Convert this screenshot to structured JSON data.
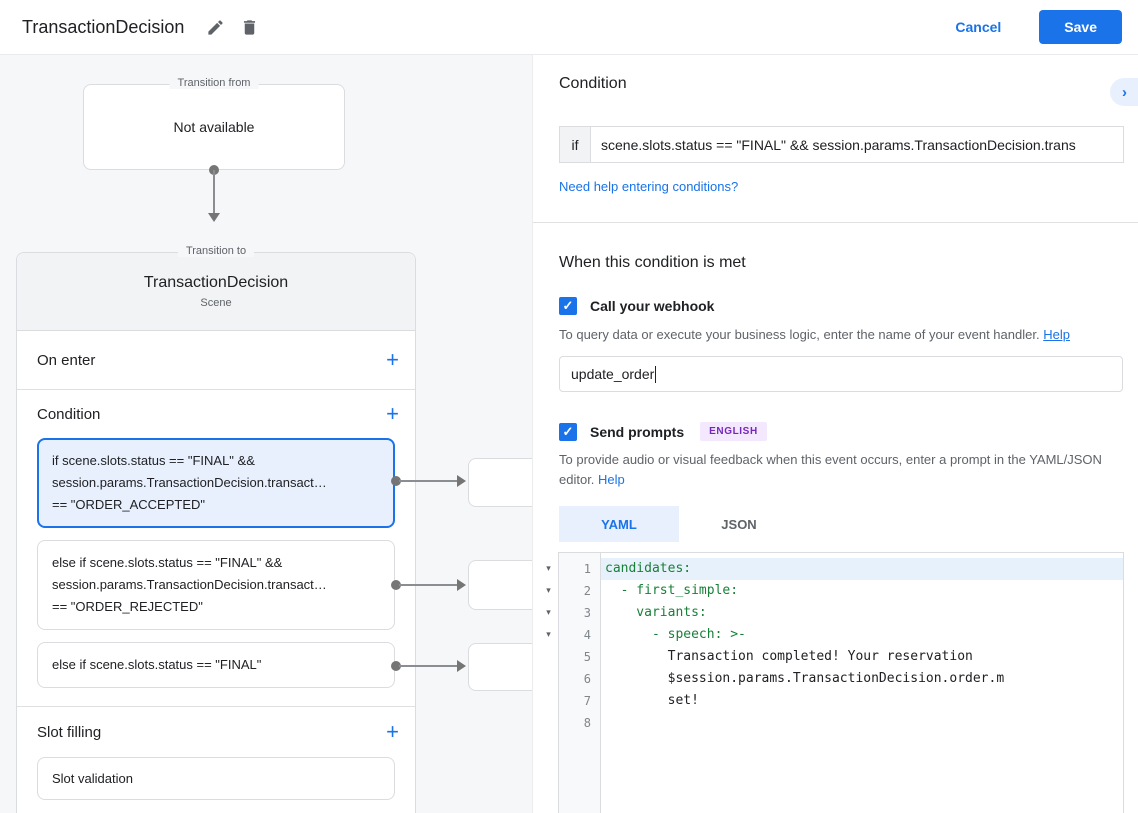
{
  "header": {
    "title": "TransactionDecision",
    "cancel_label": "Cancel",
    "save_label": "Save"
  },
  "canvas": {
    "transition_from": {
      "label": "Transition from",
      "content": "Not available"
    },
    "transition_to": {
      "label": "Transition to",
      "scene_name": "TransactionDecision",
      "scene_type": "Scene"
    },
    "on_enter_label": "On enter",
    "condition_label": "Condition",
    "slot_filling_label": "Slot filling",
    "slot_validation_label": "Slot validation",
    "conditions": [
      {
        "selected": true,
        "lines": [
          "if scene.slots.status == \"FINAL\" &&",
          "session.params.TransactionDecision.transact…",
          "== \"ORDER_ACCEPTED\""
        ]
      },
      {
        "selected": false,
        "lines": [
          "else if scene.slots.status == \"FINAL\" &&",
          "session.params.TransactionDecision.transact…",
          "== \"ORDER_REJECTED\""
        ]
      },
      {
        "selected": false,
        "lines": [
          "else if scene.slots.status == \"FINAL\""
        ]
      }
    ]
  },
  "panel": {
    "condition_heading": "Condition",
    "if_label": "if",
    "if_value": "scene.slots.status == \"FINAL\" && session.params.TransactionDecision.trans",
    "help_link": "Need help entering conditions?",
    "when_heading": "When this condition is met",
    "webhook": {
      "label": "Call your webhook",
      "checked": true,
      "description": "To query data or execute your business logic, enter the name of your event handler.",
      "help_label": "Help",
      "value": "update_order"
    },
    "prompts": {
      "label": "Send prompts",
      "badge": "ENGLISH",
      "checked": true,
      "description": "To provide audio or visual feedback when this event occurs, enter a prompt in the YAML/JSON editor.",
      "help_label": "Help"
    },
    "tabs": [
      {
        "label": "YAML",
        "active": true
      },
      {
        "label": "JSON",
        "active": false
      }
    ],
    "editor": {
      "lines": [
        {
          "num": 1,
          "text": "candidates:"
        },
        {
          "num": 2,
          "text": "  - first_simple:"
        },
        {
          "num": 3,
          "text": "    variants:"
        },
        {
          "num": 4,
          "text": "      - speech: >-"
        },
        {
          "num": 5,
          "text": "        Transaction completed! Your reservation"
        },
        {
          "num": 6,
          "text": "        $session.params.TransactionDecision.order.m"
        },
        {
          "num": 7,
          "text": "        set!"
        },
        {
          "num": 8,
          "text": ""
        }
      ]
    }
  },
  "colors": {
    "accent_blue": "#1a73e8",
    "selected_condition_bg": "#e8f0fe",
    "selected_condition_border": "#1a73e8",
    "badge_bg": "#f3e8fd",
    "badge_text": "#7627bb",
    "canvas_bg": "#f6f7f9",
    "code_key_green": "#188038",
    "active_line_bg": "#e7f1fb"
  }
}
